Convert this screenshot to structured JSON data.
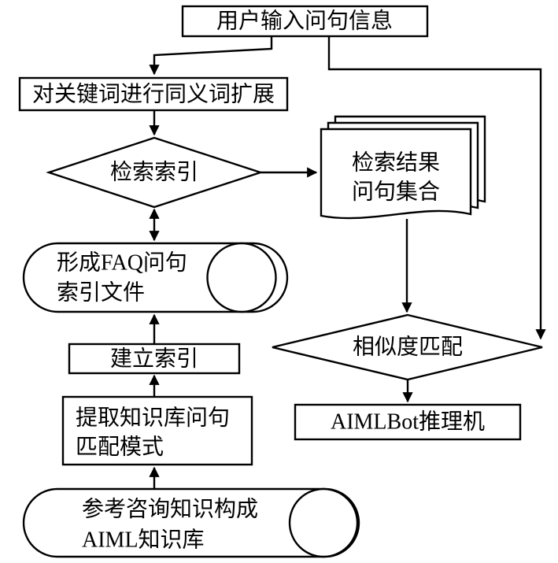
{
  "diagram": {
    "type": "flowchart",
    "background": "#ffffff",
    "colors": {
      "stroke": "#000000",
      "fill": "#ffffff",
      "text": "#000000"
    },
    "nodes": {
      "user_input": {
        "shape": "rectangle",
        "lines": [
          "用户输入问句信息"
        ]
      },
      "synonym_expand": {
        "shape": "rectangle",
        "lines": [
          "对关键词进行同义词扩展"
        ]
      },
      "search_index": {
        "shape": "diamond",
        "lines": [
          "检索索引"
        ]
      },
      "result_set": {
        "shape": "document-stack",
        "lines": [
          "检索结果",
          "问句集合"
        ]
      },
      "faq_index_file": {
        "shape": "stored-data",
        "lines": [
          "形成FAQ问句",
          "索引文件"
        ]
      },
      "build_index": {
        "shape": "rectangle",
        "lines": [
          "建立索引"
        ]
      },
      "extract_pattern": {
        "shape": "rectangle",
        "lines": [
          "提取知识库问句",
          "匹配模式"
        ]
      },
      "aiml_kb": {
        "shape": "stored-data",
        "lines": [
          "参考咨询知识构成",
          "AIML知识库"
        ]
      },
      "similarity_match": {
        "shape": "diamond",
        "lines": [
          "相似度匹配"
        ]
      },
      "aimlbot": {
        "shape": "rectangle",
        "lines": [
          "AIMLBot推理机"
        ]
      }
    },
    "edges": [
      {
        "from": "user_input",
        "to": "synonym_expand",
        "arrow": "end"
      },
      {
        "from": "user_input",
        "to": "similarity_match",
        "arrow": "end"
      },
      {
        "from": "synonym_expand",
        "to": "search_index",
        "arrow": "end"
      },
      {
        "from": "search_index",
        "to": "result_set",
        "arrow": "end"
      },
      {
        "from": "search_index",
        "to": "faq_index_file",
        "arrow": "both"
      },
      {
        "from": "result_set",
        "to": "similarity_match",
        "arrow": "end"
      },
      {
        "from": "similarity_match",
        "to": "aimlbot",
        "arrow": "end"
      },
      {
        "from": "build_index",
        "to": "faq_index_file",
        "arrow": "end"
      },
      {
        "from": "extract_pattern",
        "to": "build_index",
        "arrow": "end"
      },
      {
        "from": "aiml_kb",
        "to": "extract_pattern",
        "arrow": "end"
      }
    ]
  }
}
